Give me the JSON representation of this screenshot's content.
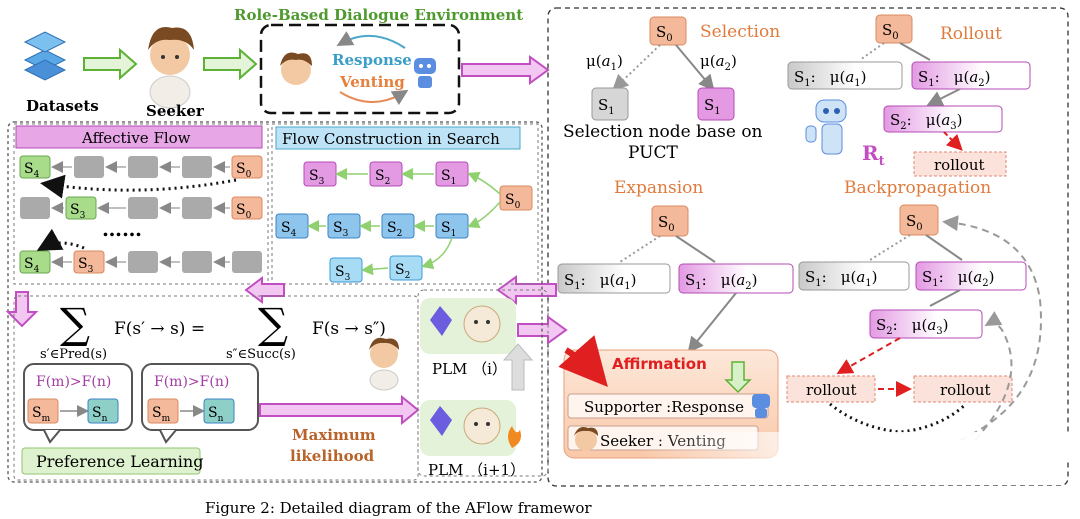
{
  "top": {
    "datasets": "Datasets",
    "seeker": "Seeker",
    "env_title": "Role-Based Dialogue Environment",
    "response": "Response",
    "venting": "Venting"
  },
  "mcts": {
    "selection": "Selection",
    "rollout_title": "Rollout",
    "expansion": "Expansion",
    "backprop": "Backpropagation",
    "s0": "S",
    "s0_sub": "0",
    "s1": "S",
    "s1_sub": "1",
    "s1_colon": "S",
    "s2_colon": "S",
    "mu": "μ",
    "a1": "a",
    "a1_sub": "1",
    "a2_sub": "2",
    "a3_sub": "3",
    "selection_caption_1": "Selection node base on",
    "selection_caption_2": "PUCT",
    "rollout": "rollout",
    "reward": "R",
    "reward_sub": "t"
  },
  "left": {
    "affective_flow": "Affective Flow",
    "flow_construction": "Flow Construction in Search",
    "dots": "……",
    "s_labels": [
      "S",
      "S",
      "S",
      "S",
      "S",
      "S",
      "S",
      "S",
      "S"
    ],
    "subs": {
      "s0": "0",
      "s1": "1",
      "s2": "2",
      "s3": "3",
      "s4": "4"
    },
    "equation_left": "F(s′ → s) =",
    "equation_right": "F(s → s″)",
    "sum_left_sub": "s′∈Pred(s)",
    "sum_right_sub": "s″∈Succ(s)",
    "pref_label": "F(m)>F(n)",
    "sm": "S",
    "sm_sub": "m",
    "sn": "S",
    "sn_sub": "n",
    "pref_learning": "Preference Learning",
    "max_likelihood_1": "Maximum",
    "max_likelihood_2": "likelihood",
    "plm_i": "PLM （i）",
    "plm_i1": "PLM （i+1）"
  },
  "bottom": {
    "affirmation": "Affirmation",
    "supporter": "Supporter :Response",
    "seeker_venting": "Seeker : Venting",
    "caption": "Figure 2: Detailed diagram of the AFlow framewor"
  }
}
